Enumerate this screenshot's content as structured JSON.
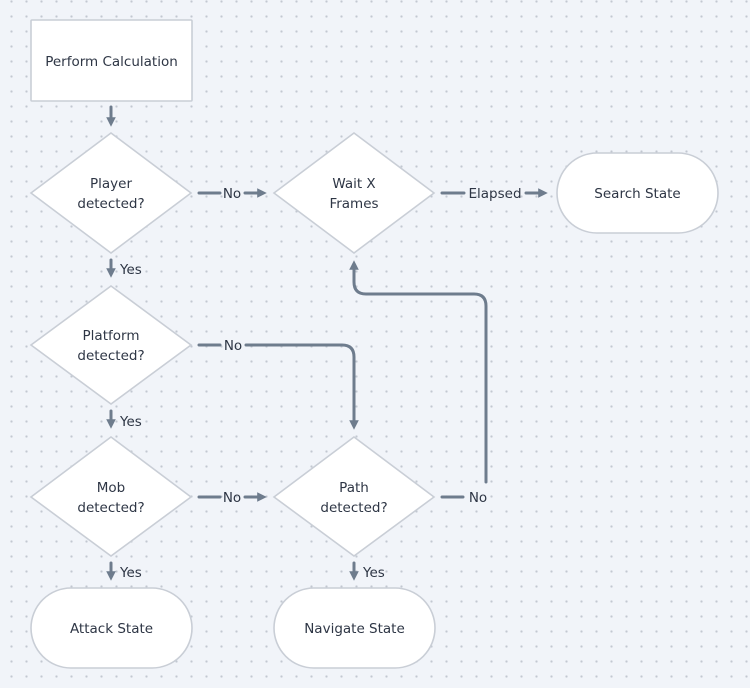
{
  "diagram": {
    "nodes": {
      "perform": {
        "shape": "rect",
        "lines": [
          "Perform Calculation"
        ]
      },
      "player": {
        "shape": "diamond",
        "lines": [
          "Player",
          "detected?"
        ]
      },
      "wait": {
        "shape": "diamond",
        "lines": [
          "Wait X",
          "Frames"
        ]
      },
      "search": {
        "shape": "pill",
        "lines": [
          "Search State"
        ]
      },
      "platform": {
        "shape": "diamond",
        "lines": [
          "Platform",
          "detected?"
        ]
      },
      "mob": {
        "shape": "diamond",
        "lines": [
          "Mob",
          "detected?"
        ]
      },
      "path": {
        "shape": "diamond",
        "lines": [
          "Path",
          "detected?"
        ]
      },
      "attack": {
        "shape": "pill",
        "lines": [
          "Attack State"
        ]
      },
      "navigate": {
        "shape": "pill",
        "lines": [
          "Navigate State"
        ]
      }
    },
    "edges": {
      "perform_to_player": {
        "from": "perform",
        "to": "player",
        "label": ""
      },
      "player_yes": {
        "from": "player",
        "to": "platform",
        "label": "Yes"
      },
      "player_no": {
        "from": "player",
        "to": "wait",
        "label": "No"
      },
      "wait_elapsed": {
        "from": "wait",
        "to": "search",
        "label": "Elapsed"
      },
      "platform_yes": {
        "from": "platform",
        "to": "mob",
        "label": "Yes"
      },
      "platform_no": {
        "from": "platform",
        "to": "path",
        "label": "No"
      },
      "mob_yes": {
        "from": "mob",
        "to": "attack",
        "label": "Yes"
      },
      "mob_no": {
        "from": "mob",
        "to": "path",
        "label": "No"
      },
      "path_yes": {
        "from": "path",
        "to": "navigate",
        "label": "Yes"
      },
      "path_no": {
        "from": "path",
        "to": "wait",
        "label": "No"
      }
    },
    "colors": {
      "background": "#f1f4f9",
      "node_fill": "#ffffff",
      "node_stroke": "#c9ced6",
      "connector": "#6e7c8d",
      "text": "#2e3645"
    }
  }
}
